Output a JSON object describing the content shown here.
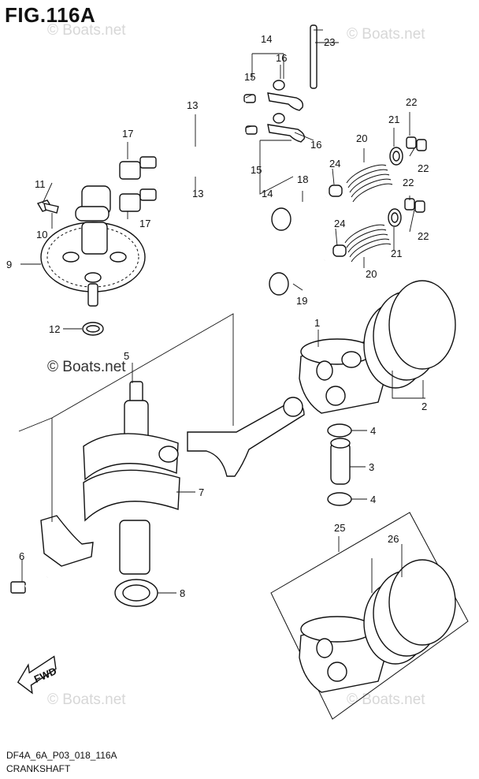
{
  "figure": {
    "title": "FIG.116A"
  },
  "watermarks": {
    "tl": "© Boats.net",
    "tr": "© Boats.net",
    "mid": "© Boats.net",
    "bl": "© Boats.net",
    "br": "© Boats.net"
  },
  "footer": {
    "code": "DF4A_6A_P03_018_116A",
    "name": "CRANKSHAFT"
  },
  "fwd_label": "FWD",
  "callouts": {
    "c1": "1",
    "c2": "2",
    "c3": "3",
    "c4a": "4",
    "c4b": "4",
    "c5": "5",
    "c6": "6",
    "c7": "7",
    "c8": "8",
    "c9": "9",
    "c10": "10",
    "c11": "11",
    "c12": "12",
    "c13a": "13",
    "c13b": "13",
    "c14a": "14",
    "c14b": "14",
    "c15a": "15",
    "c15b": "15",
    "c16a": "16",
    "c16b": "16",
    "c17a": "17",
    "c17b": "17",
    "c18": "18",
    "c19": "19",
    "c20a": "20",
    "c20b": "20",
    "c21a": "21",
    "c21b": "21",
    "c22a": "22",
    "c22b": "22",
    "c22c": "22",
    "c22d": "22",
    "c23": "23",
    "c24a": "24",
    "c24b": "24",
    "c25": "25",
    "c26": "26"
  },
  "colors": {
    "line": "#111111",
    "watermark": "#d7d7d7",
    "background": "#ffffff"
  }
}
